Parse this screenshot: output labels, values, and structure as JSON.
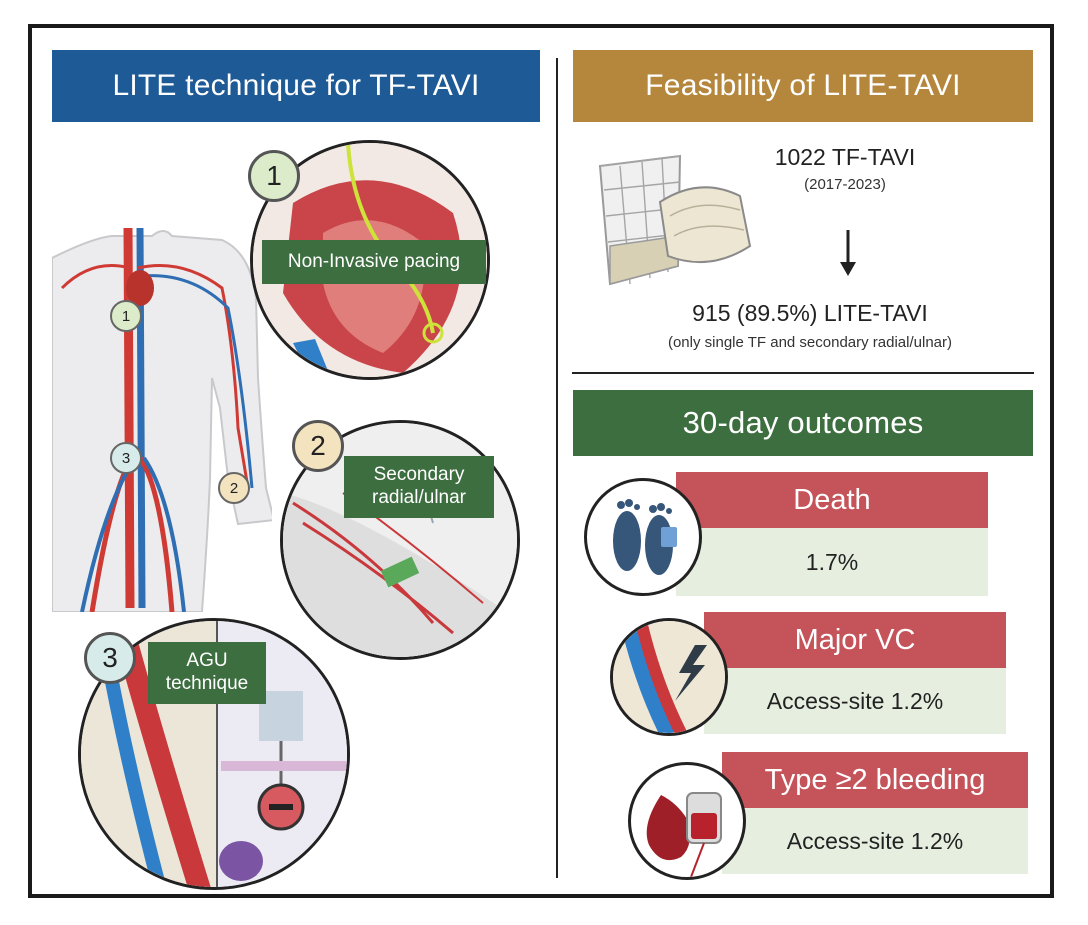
{
  "left_panel": {
    "title": "LITE technique for TF-TAVI",
    "callouts": [
      {
        "number": "1",
        "label": "Non-Invasive pacing"
      },
      {
        "number": "2",
        "label_line1": "Secondary",
        "label_line2": "radial/ulnar"
      },
      {
        "number": "3",
        "label_line1": "AGU",
        "label_line2": "technique"
      }
    ],
    "body_markers": [
      "1",
      "3",
      "2"
    ]
  },
  "feasibility": {
    "title": "Feasibility of LITE-TAVI",
    "total": "1022 TF-TAVI",
    "period": "(2017-2023)",
    "result": "915 (89.5%) LITE-TAVI",
    "result_note": "(only single TF and secondary radial/ulnar)"
  },
  "outcomes": {
    "title": "30-day outcomes",
    "items": [
      {
        "icon": "footprints-icon",
        "label": "Death",
        "value": "1.7%"
      },
      {
        "icon": "vessel-complication-icon",
        "label": "Major VC",
        "value": "Access-site 1.2%"
      },
      {
        "icon": "blood-bag-icon",
        "label": "Type ≥2 bleeding",
        "value": "Access-site 1.2%"
      }
    ]
  },
  "colors": {
    "blue": "#1e5a96",
    "gold": "#b5873d",
    "green": "#3d6e3f",
    "red": "#c5535a",
    "light_green": "#e6efdf"
  }
}
